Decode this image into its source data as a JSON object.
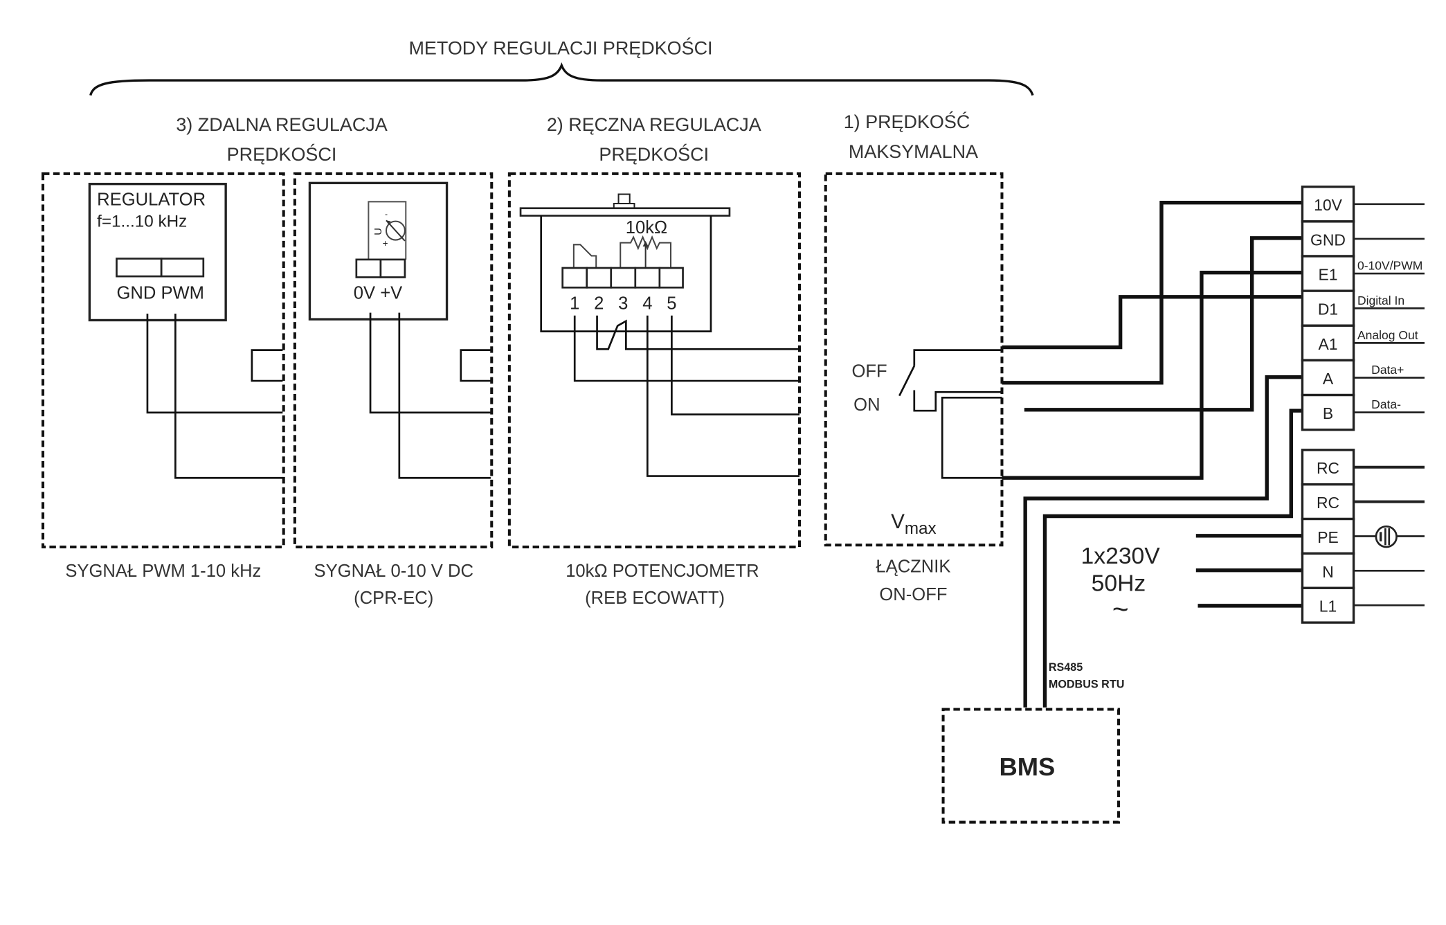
{
  "title": "METODY REGULACJI PRĘDKOŚCI",
  "methods": [
    {
      "heading_line1": "3) ZDALNA REGULACJA",
      "heading_line2": "PRĘDKOŚCI"
    },
    {
      "heading_line1": "2) RĘCZNA REGULACJA",
      "heading_line2": "PRĘDKOŚCI"
    },
    {
      "heading_line1": "1) PRĘDKOŚĆ",
      "heading_line2": "MAKSYMALNA"
    }
  ],
  "panels": {
    "pwm": {
      "device_title": "REGULATOR",
      "device_freq": "f=1...10 kHz",
      "terminals": "GND PWM",
      "caption": "SYGNAŁ PWM 1-10 kHz"
    },
    "voltage": {
      "terminals": "0V +V",
      "meter_symbol": "U",
      "minus": "-",
      "plus": "+",
      "caption_line1": "SYGNAŁ 0-10 V DC",
      "caption_line2": "(CPR-EC)"
    },
    "potentiometer": {
      "resistance": "10kΩ",
      "terminal_numbers": [
        "1",
        "2",
        "3",
        "4",
        "5"
      ],
      "caption_line1": "10kΩ POTENCJOMETR",
      "caption_line2": "(REB ECOWATT)"
    },
    "switch": {
      "off_label": "OFF",
      "on_label": "ON",
      "vmax_main": "V",
      "vmax_sub": "max",
      "caption_line1": "ŁĄCZNIK",
      "caption_line2": "ON-OFF"
    }
  },
  "terminal_block_control": [
    {
      "label": "10V",
      "note": ""
    },
    {
      "label": "GND",
      "note": ""
    },
    {
      "label": "E1",
      "note": "0-10V/PWM"
    },
    {
      "label": "D1",
      "note": "Digital In"
    },
    {
      "label": "A1",
      "note": "Analog Out"
    },
    {
      "label": "A",
      "note": "Data+"
    },
    {
      "label": "B",
      "note": "Data-"
    }
  ],
  "terminal_block_power": [
    {
      "label": "RC"
    },
    {
      "label": "RC"
    },
    {
      "label": "PE"
    },
    {
      "label": "N"
    },
    {
      "label": "L1"
    }
  ],
  "power": {
    "voltage": "1x230V",
    "frequency": "50Hz",
    "ac_symbol": "~"
  },
  "bus": {
    "line1": "RS485",
    "line2": "MODBUS RTU"
  },
  "bms": {
    "label": "BMS"
  }
}
